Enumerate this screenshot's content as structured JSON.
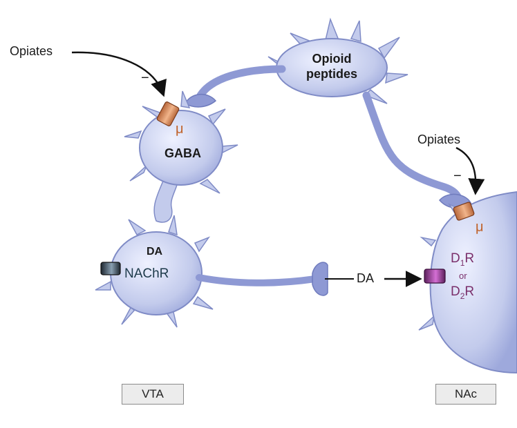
{
  "labels": {
    "opiates_left": "Opiates",
    "opiates_right": "Opiates",
    "minus_left": "−",
    "minus_right": "−",
    "opioid_line1": "Opioid",
    "opioid_line2": "peptides",
    "mu_left": "μ",
    "mu_right": "μ",
    "gaba": "GABA",
    "da_neuron": "DA",
    "nachr": "NAChR",
    "da_arrow": "DA",
    "d1r_base": "D",
    "d1r_sub": "1",
    "d1r_tail": "R",
    "or": "or",
    "d2r_base": "D",
    "d2r_sub": "2",
    "d2r_tail": "R"
  },
  "regions": {
    "vta": "VTA",
    "nac": "NAc"
  },
  "colors": {
    "cell_fill": "#c3cbec",
    "cell_stroke": "#7f8bc6",
    "axon": "#8e99d4",
    "mu_receptor": "#d98a5a",
    "d_receptor": "#8a3a8a",
    "nachr_receptor": "#2f3b48",
    "receptor_label": "#c0622a",
    "d_label": "#7a2f6b"
  }
}
